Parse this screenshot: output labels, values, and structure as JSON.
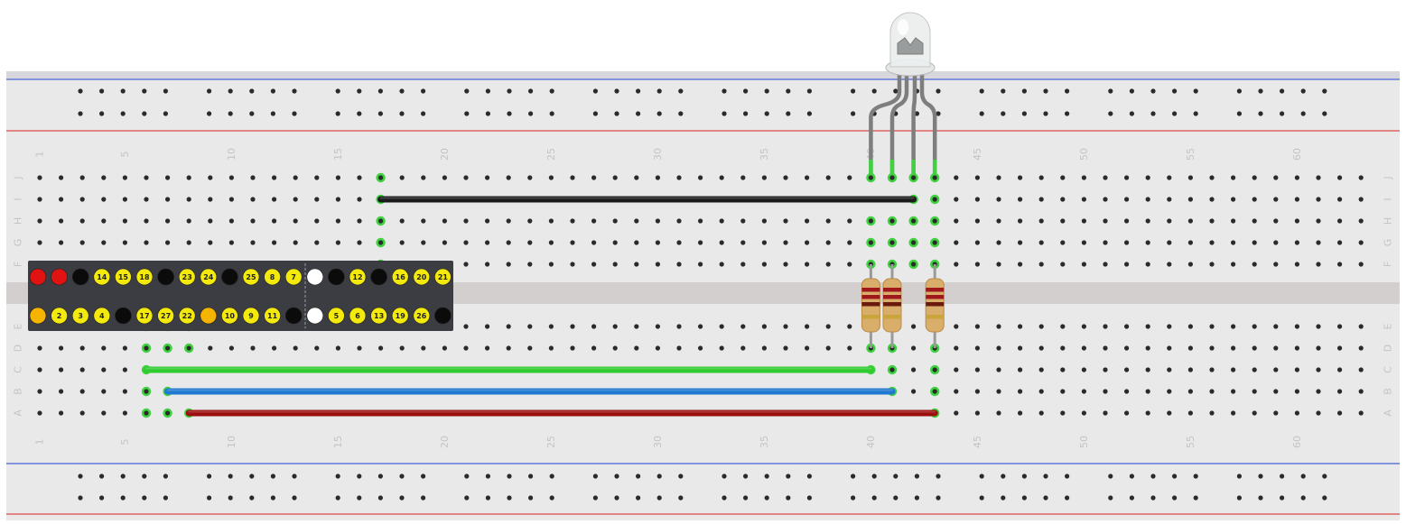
{
  "breadboard": {
    "columns": 63,
    "rows_top": [
      "J",
      "I",
      "H",
      "G",
      "F"
    ],
    "rows_bottom": [
      "E",
      "D",
      "C",
      "B",
      "A"
    ],
    "column_labels": [
      "1",
      "5",
      "10",
      "15",
      "20",
      "25",
      "30",
      "35",
      "40",
      "45",
      "50",
      "55",
      "60"
    ],
    "rail_groups": 10,
    "colors": {
      "board": "#e9e9e9",
      "channel": "#d3cfcf",
      "rail_blue": "#1d3fcf",
      "rail_red": "#d61f1f",
      "hole": "#2a2a2a",
      "active_hole": "#3fd13f"
    }
  },
  "header": {
    "top_pins": [
      "",
      "",
      "",
      "14",
      "15",
      "18",
      "",
      "23",
      "24",
      "",
      "25",
      "8",
      "7",
      "",
      "",
      "12",
      "",
      "16",
      "20",
      "21"
    ],
    "top_colors": [
      "red",
      "red",
      "black",
      "yellow",
      "yellow",
      "yellow",
      "black",
      "yellow",
      "yellow",
      "black",
      "yellow",
      "yellow",
      "yellow",
      "white",
      "black",
      "yellow",
      "black",
      "yellow",
      "yellow",
      "yellow"
    ],
    "bottom_pins": [
      "",
      "2",
      "3",
      "4",
      "",
      "17",
      "27",
      "22",
      "",
      "10",
      "9",
      "11",
      "",
      "",
      "5",
      "6",
      "13",
      "19",
      "26",
      ""
    ],
    "bottom_colors": [
      "orange",
      "yellow",
      "yellow",
      "yellow",
      "black",
      "yellow",
      "yellow",
      "yellow",
      "orange",
      "yellow",
      "yellow",
      "yellow",
      "black",
      "white",
      "yellow",
      "yellow",
      "yellow",
      "yellow",
      "yellow",
      "black"
    ]
  },
  "wires": [
    {
      "name": "black-wire",
      "row": "I",
      "from_col": 17,
      "to_col": 42,
      "color": "#1b1b1b"
    },
    {
      "name": "green-wire",
      "row": "C",
      "from_col": 6,
      "to_col": 40,
      "color": "#2fcc2f"
    },
    {
      "name": "blue-wire",
      "row": "B",
      "from_col": 7,
      "to_col": 41,
      "color": "#1f78d1"
    },
    {
      "name": "red-wire",
      "row": "A",
      "from_col": 8,
      "to_col": 43,
      "color": "#9c0f0f"
    }
  ],
  "resistors": [
    {
      "col": 40,
      "from_row": "F",
      "to_row": "D"
    },
    {
      "col": 41,
      "from_row": "F",
      "to_row": "D"
    },
    {
      "col": 43,
      "from_row": "F",
      "to_row": "D"
    }
  ],
  "led": {
    "legs_cols": [
      40,
      41,
      42,
      43
    ],
    "row": "J",
    "type": "rgb-common-cathode"
  },
  "active_holes": [
    [
      "J",
      17
    ],
    [
      "I",
      17
    ],
    [
      "H",
      17
    ],
    [
      "G",
      17
    ],
    [
      "F",
      17
    ],
    [
      "J",
      40
    ],
    [
      "J",
      41
    ],
    [
      "J",
      42
    ],
    [
      "J",
      43
    ],
    [
      "I",
      42
    ],
    [
      "I",
      43
    ],
    [
      "H",
      40
    ],
    [
      "H",
      41
    ],
    [
      "H",
      42
    ],
    [
      "H",
      43
    ],
    [
      "G",
      40
    ],
    [
      "G",
      41
    ],
    [
      "G",
      42
    ],
    [
      "G",
      43
    ],
    [
      "F",
      40
    ],
    [
      "F",
      41
    ],
    [
      "F",
      42
    ],
    [
      "F",
      43
    ],
    [
      "E",
      6
    ],
    [
      "E",
      7
    ],
    [
      "E",
      8
    ],
    [
      "D",
      6
    ],
    [
      "D",
      7
    ],
    [
      "D",
      8
    ],
    [
      "D",
      40
    ],
    [
      "D",
      41
    ],
    [
      "D",
      43
    ],
    [
      "C",
      6
    ],
    [
      "C",
      40
    ],
    [
      "C",
      41
    ],
    [
      "C",
      43
    ],
    [
      "B",
      6
    ],
    [
      "B",
      7
    ],
    [
      "B",
      41
    ],
    [
      "B",
      43
    ],
    [
      "A",
      6
    ],
    [
      "A",
      7
    ],
    [
      "A",
      8
    ],
    [
      "A",
      43
    ]
  ]
}
